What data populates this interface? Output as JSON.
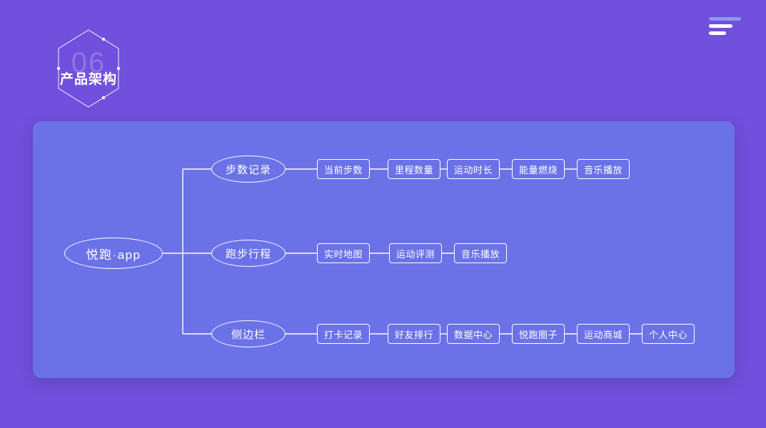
{
  "slide": {
    "background_color": "#7050dc",
    "card_color": "#6b72e8",
    "accent_color": "#8f96f0",
    "line_color": "#ffffff"
  },
  "badge": {
    "number": "06",
    "title": "产品架构"
  },
  "menu": {
    "icon_name": "hamburger-menu-icon"
  },
  "diagram": {
    "type": "tree",
    "root": {
      "label": "悦跑·app"
    },
    "branches": [
      {
        "label": "步数记录",
        "leaves": [
          {
            "label": "当前步数"
          },
          {
            "label": "里程数量"
          },
          {
            "label": "运动时长"
          },
          {
            "label": "能量燃烧"
          },
          {
            "label": "音乐播放"
          }
        ]
      },
      {
        "label": "跑步行程",
        "leaves": [
          {
            "label": "实时地图"
          },
          {
            "label": "运动评测"
          },
          {
            "label": "音乐播放"
          }
        ]
      },
      {
        "label": "侧边栏",
        "leaves": [
          {
            "label": "打卡记录"
          },
          {
            "label": "好友排行"
          },
          {
            "label": "数据中心"
          },
          {
            "label": "悦跑圈子"
          },
          {
            "label": "运动商城"
          },
          {
            "label": "个人中心"
          }
        ]
      }
    ]
  }
}
